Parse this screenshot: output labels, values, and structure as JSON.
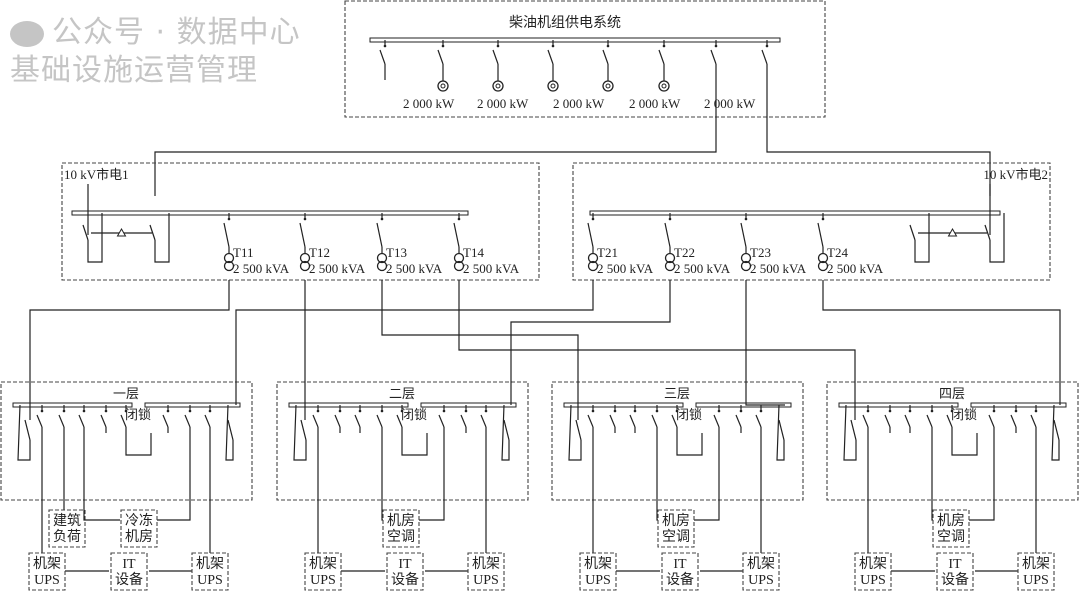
{
  "diesel": {
    "title": "柴油机组供电系统",
    "gen_labels": [
      "2 000 kW",
      "2 000 kW",
      "2 000 kW",
      "2 000 kW",
      "2 000 kW"
    ]
  },
  "mv": [
    {
      "label": "10 kV市电1",
      "transformers": [
        {
          "name": "T11",
          "rating": "2 500 kVA"
        },
        {
          "name": "T12",
          "rating": "2 500 kVA"
        },
        {
          "name": "T13",
          "rating": "2 500 kVA"
        },
        {
          "name": "T14",
          "rating": "2 500 kVA"
        }
      ]
    },
    {
      "label": "10 kV市电2",
      "transformers": [
        {
          "name": "T21",
          "rating": "2 500 kVA"
        },
        {
          "name": "T22",
          "rating": "2 500 kVA"
        },
        {
          "name": "T23",
          "rating": "2 500 kVA"
        },
        {
          "name": "T24",
          "rating": "2 500 kVA"
        }
      ]
    }
  ],
  "floors": [
    {
      "title": "一层",
      "interlock": "闭锁",
      "loads": [
        "建筑\n负荷",
        "冷冻\n机房"
      ],
      "ups_left": "机架\nUPS",
      "it": "IT\n设备",
      "ups_right": "机架\nUPS"
    },
    {
      "title": "二层",
      "interlock": "闭锁",
      "loads": [
        "机房\n空调"
      ],
      "ups_left": "机架\nUPS",
      "it": "IT\n设备",
      "ups_right": "机架\nUPS"
    },
    {
      "title": "三层",
      "interlock": "闭锁",
      "loads": [
        "机房\n空调"
      ],
      "ups_left": "机架\nUPS",
      "it": "IT\n设备",
      "ups_right": "机架\nUPS"
    },
    {
      "title": "四层",
      "interlock": "闭锁",
      "loads": [
        "机房\n空调"
      ],
      "ups_left": "机架\nUPS",
      "it": "IT\n设备",
      "ups_right": "机架\nUPS"
    }
  ],
  "watermark": "公众号 · 数据中心基础设施运营管理"
}
